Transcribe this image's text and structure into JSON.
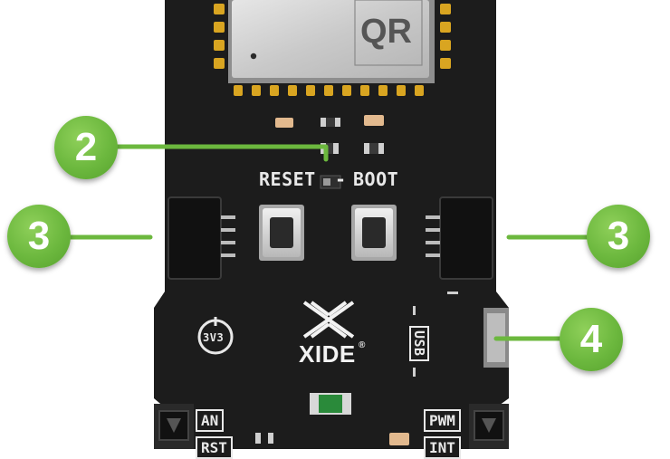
{
  "module": {
    "qr_text": "QR"
  },
  "board": {
    "switch_left_label": "RESET",
    "switch_right_label": "BOOT",
    "switch_dash": "-",
    "power_badge": "3V3",
    "logo_text": "XIDE",
    "logo_reg": "®",
    "usb_label": "USB",
    "pin_left_1": "AN",
    "pin_left_2": "RST",
    "pin_right_1": "PWM",
    "pin_right_2": "INT"
  },
  "callouts": {
    "c2": "2",
    "c3_left": "3",
    "c3_right": "3",
    "c4": "4"
  },
  "colors": {
    "board": "#1c1c1c",
    "accent_green": "#6cb83e",
    "silkscreen": "#e8e8e8",
    "gold": "#d9a521"
  }
}
